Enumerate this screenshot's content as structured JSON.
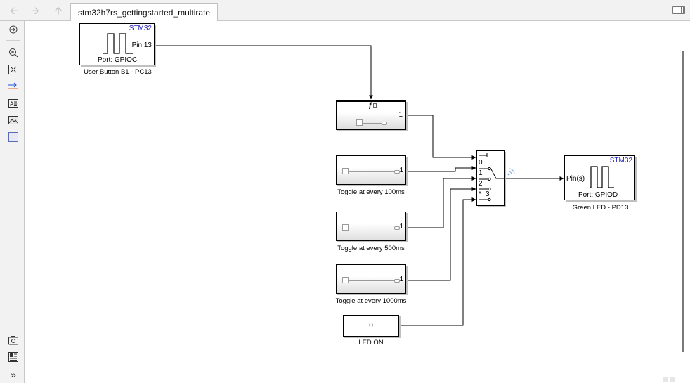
{
  "window": {
    "tab_title": "stm32h7rs_gettingstarted_multirate"
  },
  "toolbar": {
    "icons": [
      "back-arrow-icon",
      "forward-arrow-icon",
      "up-arrow-icon",
      "keyboard-icon"
    ],
    "left_icons": [
      "hide-explorer-icon",
      "zoom-icon",
      "fit-to-view-icon",
      "signal-line-icon",
      "annotation-icon",
      "image-icon",
      "area-icon",
      "screenshot-icon",
      "property-inspector-icon",
      "expand-icon"
    ]
  },
  "blocks": {
    "user_button": {
      "tag": "STM32",
      "pin": "Pin 13",
      "port": "Port: GPIOC",
      "caption": "User Button B1 - PC13"
    },
    "toggle_counter": {
      "symbol": "ƒ",
      "out": "1"
    },
    "toggle_100": {
      "out": "1",
      "caption": "Toggle at every 100ms"
    },
    "toggle_500": {
      "out": "1",
      "caption": "Toggle at every 500ms"
    },
    "toggle_1000": {
      "out": "1",
      "caption": "Toggle at every 1000ms"
    },
    "constant": {
      "value": "0",
      "caption": "LED ON"
    },
    "switch": {
      "ports": [
        "0",
        "1",
        "2",
        "3"
      ],
      "default_mark": "*"
    },
    "green_led": {
      "tag": "STM32",
      "input": "Pin(s)",
      "port": "Port: GPIOD",
      "caption": "Green LED - PD13"
    }
  }
}
